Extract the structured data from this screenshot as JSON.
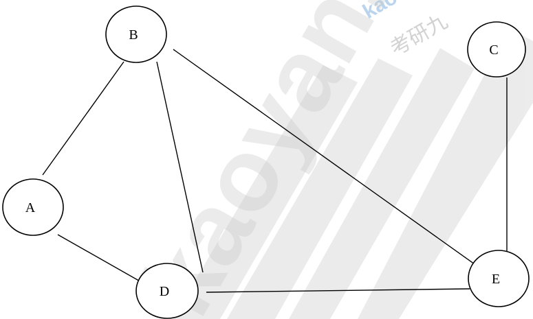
{
  "diagram": {
    "type": "undirected-graph",
    "nodes": [
      {
        "id": "A",
        "label": "A"
      },
      {
        "id": "B",
        "label": "B"
      },
      {
        "id": "C",
        "label": "C"
      },
      {
        "id": "D",
        "label": "D"
      },
      {
        "id": "E",
        "label": "E"
      }
    ],
    "edges": [
      {
        "from": "A",
        "to": "B"
      },
      {
        "from": "A",
        "to": "D"
      },
      {
        "from": "B",
        "to": "D"
      },
      {
        "from": "B",
        "to": "E"
      },
      {
        "from": "C",
        "to": "E"
      },
      {
        "from": "D",
        "to": "E"
      }
    ]
  },
  "watermark": {
    "logo_text": "kao",
    "cn_text": "考研九",
    "site_text": "kaoyan.c"
  }
}
